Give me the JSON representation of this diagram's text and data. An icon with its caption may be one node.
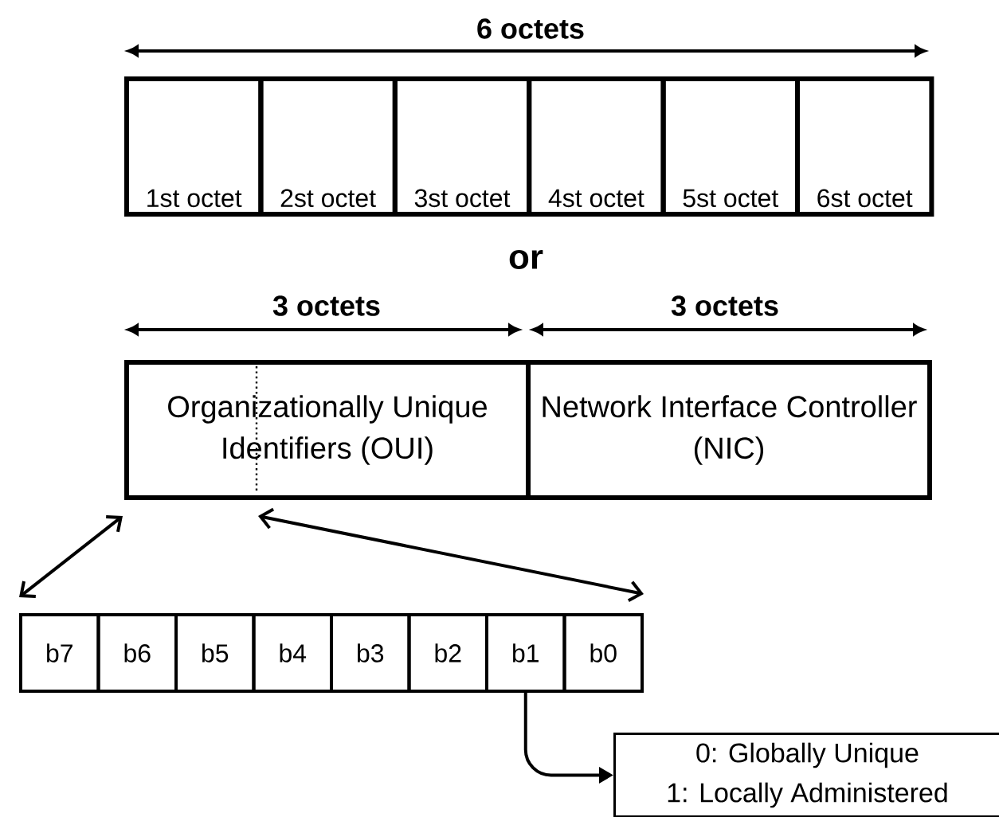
{
  "diagram": {
    "nodes": [
      {
        "text": [
          "1st octet"
        ]
      },
      {
        "text": [
          "2st octet"
        ]
      },
      {
        "text": [
          "3st octet"
        ]
      },
      {
        "text": [
          "4st octet"
        ]
      },
      {
        "text": [
          "5st octet"
        ]
      },
      {
        "text": [
          "6st octet"
        ]
      },
      {
        "text": [
          "Organizationally Unique Identifiers (OUI)"
        ]
      },
      {
        "text": [
          "Network Interface Controller (NIC)"
        ]
      },
      {
        "text": [
          "b7"
        ]
      },
      {
        "text": [
          "b6"
        ]
      },
      {
        "text": [
          "b5"
        ]
      },
      {
        "text": [
          "b4"
        ]
      },
      {
        "text": [
          "b3"
        ]
      },
      {
        "text": [
          "b2"
        ]
      },
      {
        "text": [
          "b1"
        ]
      },
      {
        "text": [
          "b0"
        ]
      },
      {
        "text": [
          "0: Globally Unique",
          "1: Locally Administered"
        ]
      }
    ],
    "edges": [
      {
        "from": 6,
        "to": 8,
        "arrow": "both"
      },
      {
        "from": 6,
        "to": 15,
        "arrow": "both"
      },
      {
        "from": 14,
        "to": 16,
        "arrow": "to"
      }
    ],
    "labels": [
      "6 octets",
      "or",
      "3 octets",
      "3 octets"
    ]
  }
}
